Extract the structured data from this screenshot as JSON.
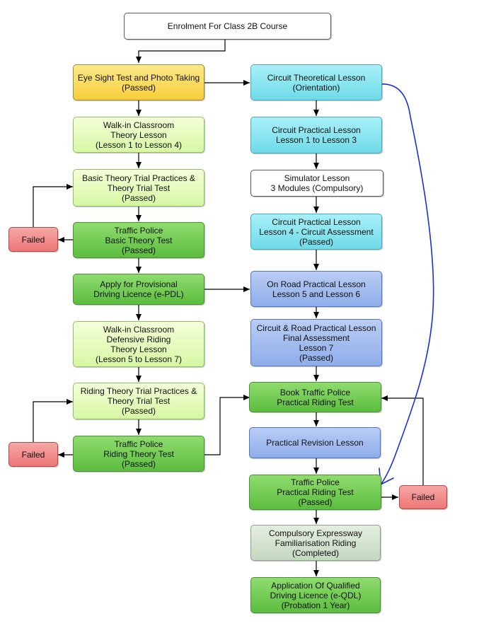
{
  "colors": {
    "arrow": "#000000",
    "handdrawn_line": "#1c2fd6"
  },
  "nodes": {
    "enrolment": {
      "lines": [
        "Enrolment For Class 2B Course"
      ]
    },
    "eyesight": {
      "lines": [
        "Eye Sight Test and Photo Taking",
        "(Passed)"
      ]
    },
    "walkin_theory": {
      "lines": [
        "Walk-in Classroom",
        "Theory Lesson",
        "(Lesson 1 to Lesson 4)"
      ]
    },
    "basic_trial": {
      "lines": [
        "Basic Theory Trial Practices &",
        "Theory Trial Test",
        "(Passed)"
      ]
    },
    "failed_1": {
      "lines": [
        "Failed"
      ]
    },
    "tp_basic": {
      "lines": [
        "Traffic Police",
        "Basic Theory Test",
        "(Passed)"
      ]
    },
    "apply_pdl": {
      "lines": [
        "Apply for Provisional",
        "Driving Licence (e-PDL)"
      ]
    },
    "walkin_defensive": {
      "lines": [
        "Walk-in Classroom",
        "Defensive Riding",
        "Theory Lesson",
        "(Lesson 5 to Lesson 7)"
      ]
    },
    "riding_trial": {
      "lines": [
        "Riding Theory Trial Practices &",
        "Theory Trial Test",
        "(Passed)"
      ]
    },
    "failed_2": {
      "lines": [
        "Failed"
      ]
    },
    "tp_riding_theory": {
      "lines": [
        "Traffic Police",
        "Riding Theory Test",
        "(Passed)"
      ]
    },
    "circuit_theory": {
      "lines": [
        "Circuit Theoretical Lesson",
        "(Orientation)"
      ]
    },
    "circuit_practical_1": {
      "lines": [
        "Circuit Practical Lesson",
        "Lesson 1 to Lesson 3"
      ]
    },
    "simulator": {
      "lines": [
        "Simulator Lesson",
        "3 Modules (Compulsory)"
      ]
    },
    "circuit_practical_4": {
      "lines": [
        "Circuit Practical Lesson",
        "Lesson 4 - Circuit Assessment",
        "(Passed)"
      ]
    },
    "on_road": {
      "lines": [
        "On Road Practical Lesson",
        "Lesson 5 and Lesson 6"
      ]
    },
    "final_assessment": {
      "lines": [
        "Circuit & Road Practical Lesson",
        "Final Assessment",
        "Lesson 7",
        "(Passed)"
      ]
    },
    "book_test": {
      "lines": [
        "Book Traffic Police",
        "Practical Riding Test"
      ]
    },
    "revision": {
      "lines": [
        "Practical Revision Lesson"
      ]
    },
    "tp_practical": {
      "lines": [
        "Traffic Police",
        "Practical Riding Test",
        "(Passed)"
      ]
    },
    "failed_3": {
      "lines": [
        "Failed"
      ]
    },
    "expressway": {
      "lines": [
        "Compulsory Expressway",
        "Familiarisation Riding",
        "(Completed)"
      ]
    },
    "qdl": {
      "lines": [
        "Application Of Qualified",
        "Driving Licence (e-QDL)",
        "(Probation 1 Year)"
      ]
    }
  }
}
